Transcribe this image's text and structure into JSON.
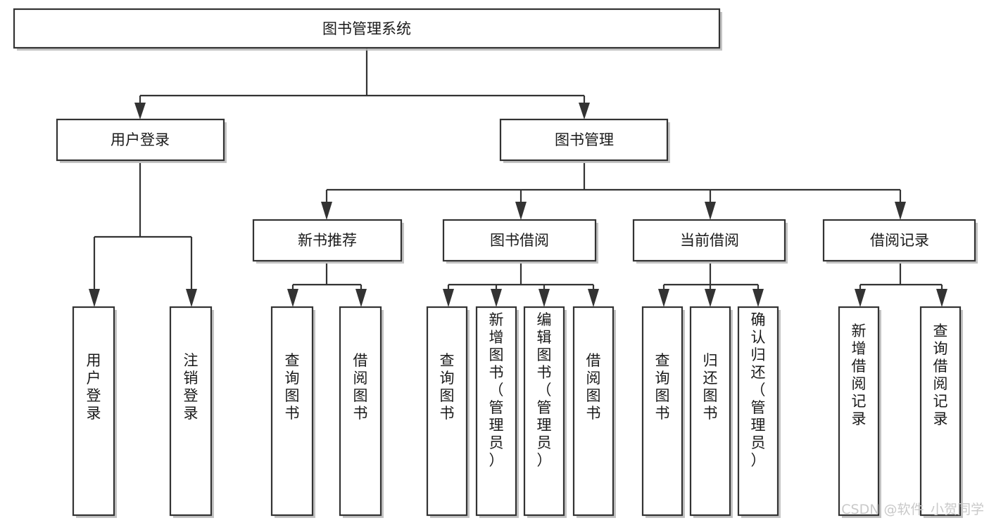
{
  "diagram": {
    "type": "tree-hierarchy",
    "title": "图书管理系统",
    "orientation": "top-down",
    "colors": {
      "box_fill": "#ffffff",
      "box_stroke": "#333333",
      "text": "#1a1a1a",
      "shadow": "#b9b9b9",
      "watermark": "#c9c9c9",
      "background": "#ffffff"
    },
    "levels": {
      "level0": "系统根节点",
      "level1": "一级模块",
      "level2": "二级模块",
      "level3": "功能叶节点"
    }
  },
  "root": {
    "label": "图书管理系统"
  },
  "level1": [
    {
      "id": "user-login",
      "label": "用户登录"
    },
    {
      "id": "book-manage",
      "label": "图书管理"
    }
  ],
  "level2": [
    {
      "id": "new-book-rec",
      "label": "新书推荐",
      "parent": "book-manage"
    },
    {
      "id": "book-borrow",
      "label": "图书借阅",
      "parent": "book-manage"
    },
    {
      "id": "current-borrow",
      "label": "当前借阅",
      "parent": "book-manage"
    },
    {
      "id": "borrow-record",
      "label": "借阅记录",
      "parent": "book-manage"
    }
  ],
  "leaves": {
    "user-login": [
      {
        "id": "leaf-user-login",
        "label": "用户登录"
      },
      {
        "id": "leaf-logout-login",
        "label": "注销登录"
      }
    ],
    "new-book-rec": [
      {
        "id": "leaf-query-book-1",
        "label": "查询图书"
      },
      {
        "id": "leaf-borrow-book-1",
        "label": "借阅图书"
      }
    ],
    "book-borrow": [
      {
        "id": "leaf-query-book-2",
        "label": "查询图书"
      },
      {
        "id": "leaf-add-book",
        "label": "新增图书（管理员）"
      },
      {
        "id": "leaf-edit-book",
        "label": "编辑图书（管理员）"
      },
      {
        "id": "leaf-borrow-book-2",
        "label": "借阅图书"
      }
    ],
    "current-borrow": [
      {
        "id": "leaf-query-book-3",
        "label": "查询图书"
      },
      {
        "id": "leaf-return-book",
        "label": "归还图书"
      },
      {
        "id": "leaf-confirm-return",
        "label": "确认归还（管理员）"
      }
    ],
    "borrow-record": [
      {
        "id": "leaf-add-record",
        "label": "新增借阅记录"
      },
      {
        "id": "leaf-query-record",
        "label": "查询借阅记录"
      }
    ]
  },
  "watermark": {
    "text": "CSDN @软件_小贺同学"
  }
}
